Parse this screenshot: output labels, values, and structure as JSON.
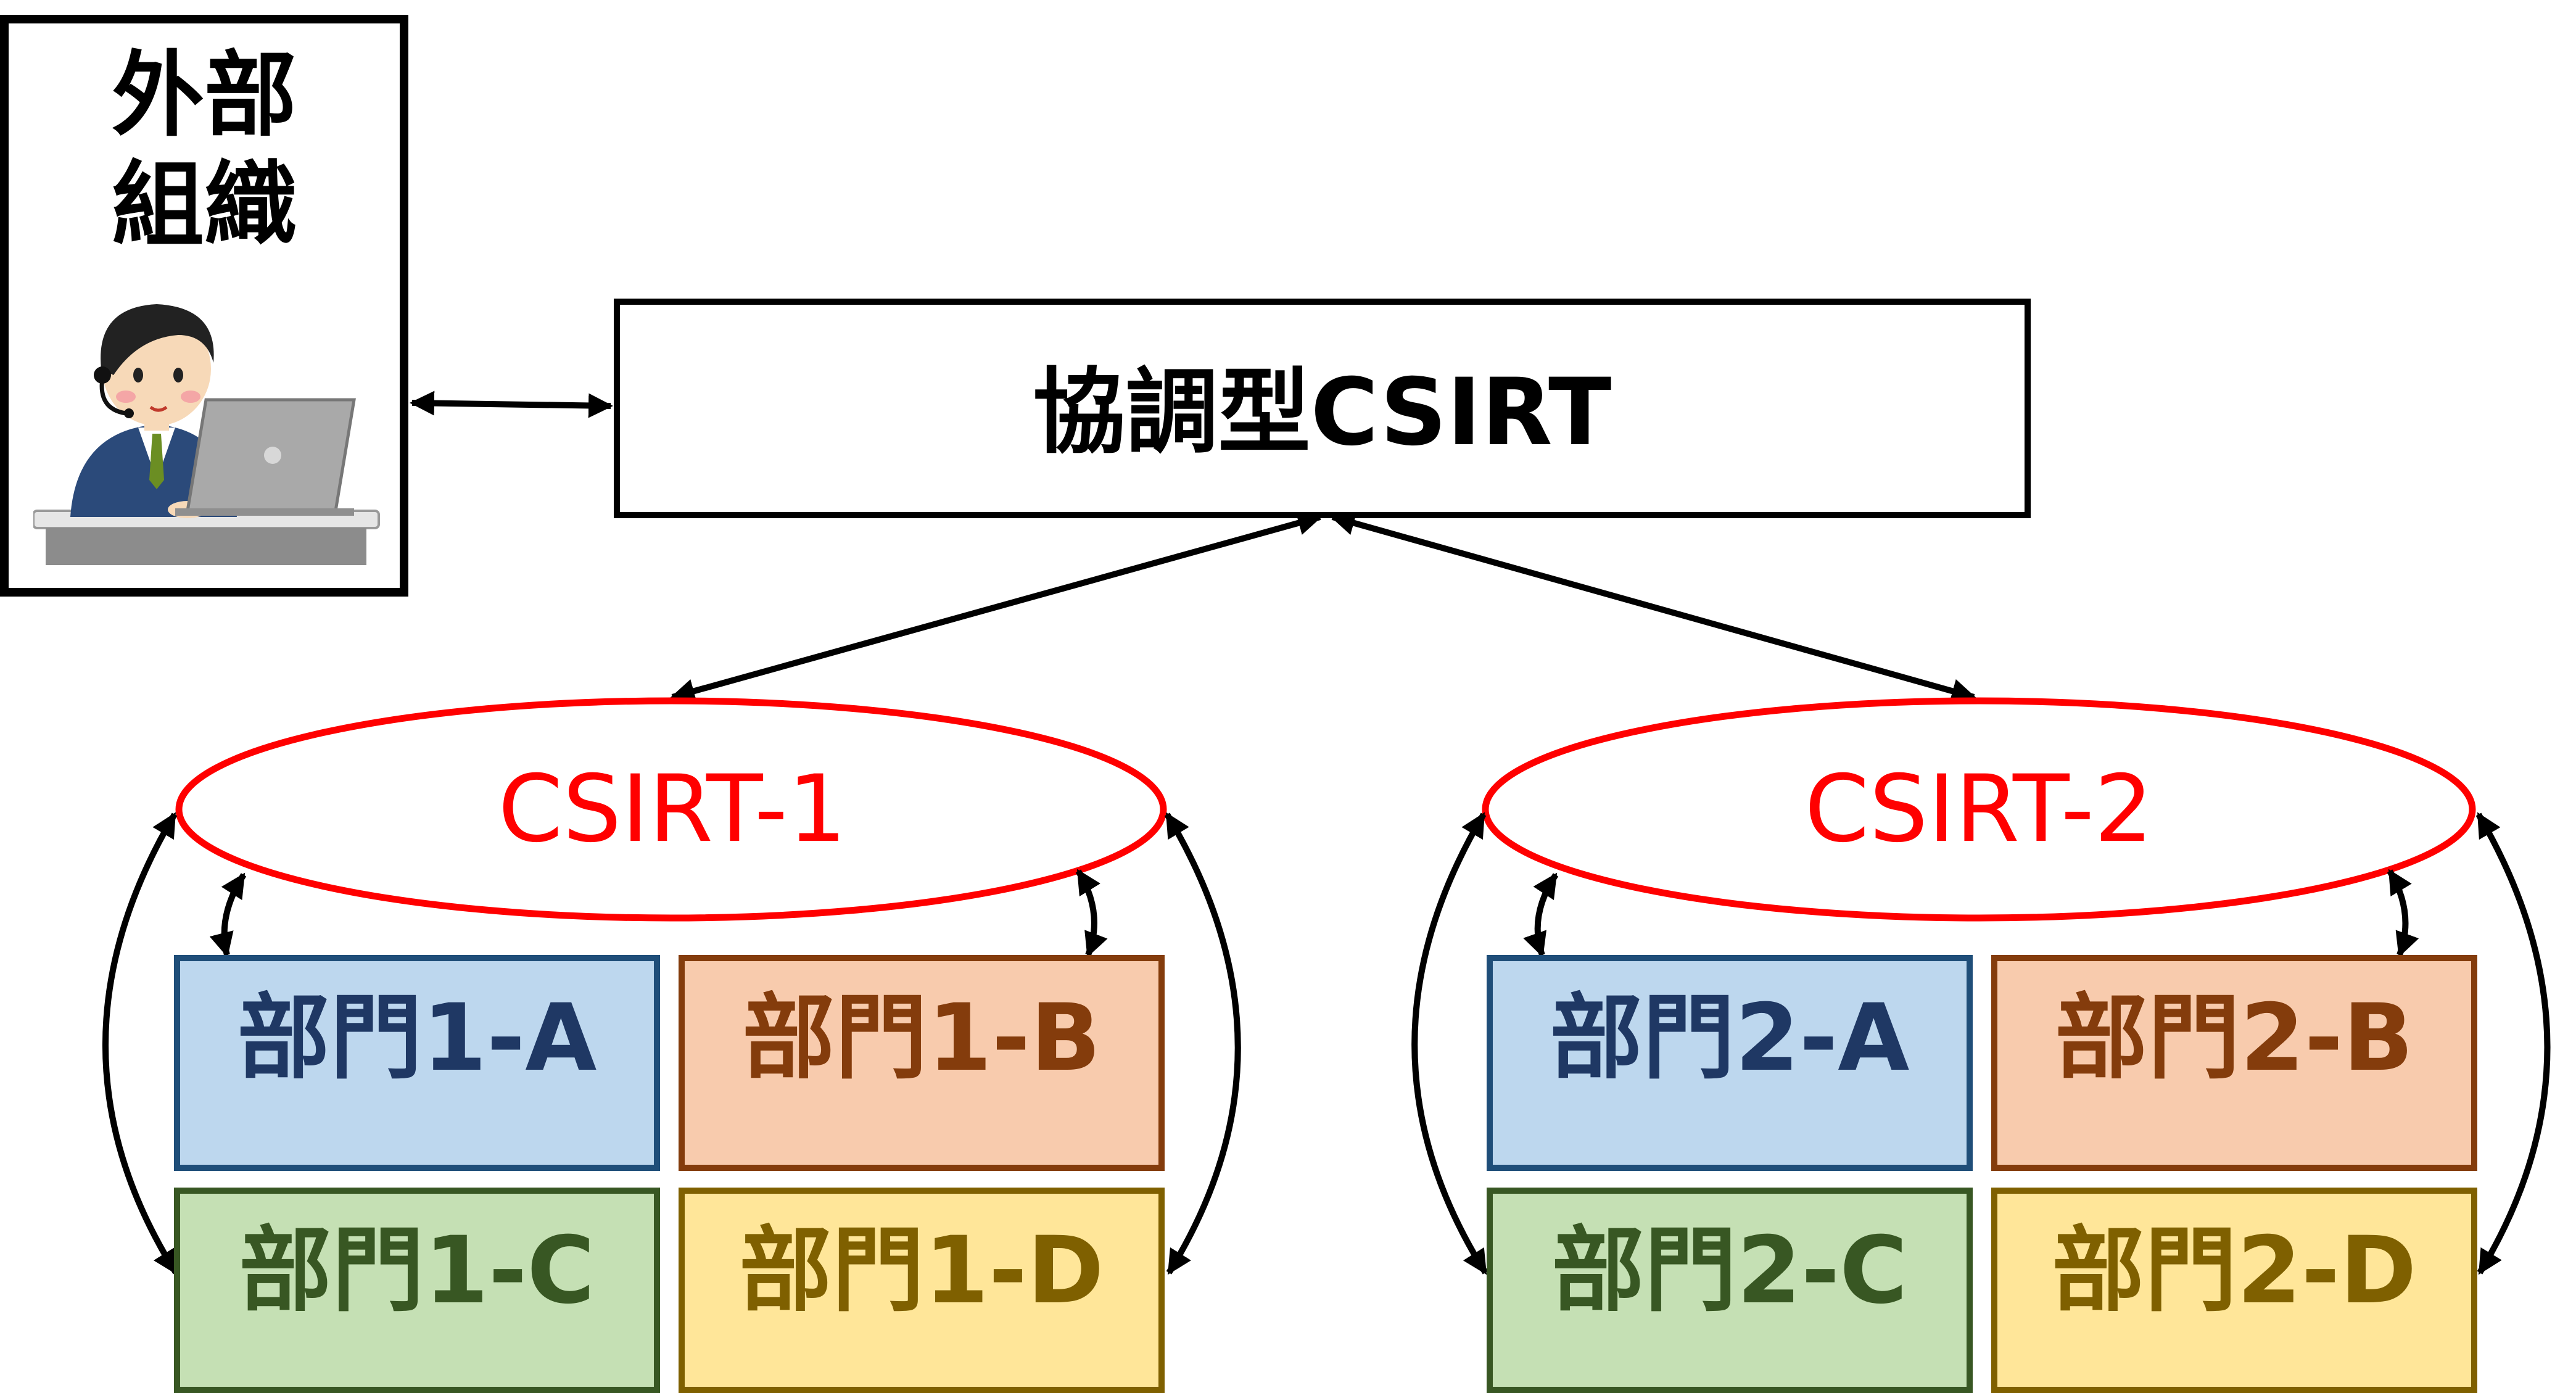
{
  "external": {
    "line1": "外部",
    "line2": "組織",
    "person_icon": "support-operator-with-laptop"
  },
  "coordinator": {
    "label": "協調型CSIRT"
  },
  "csirts": [
    {
      "name": "CSIRT-1",
      "departments": [
        "部門1-A",
        "部門1-B",
        "部門1-C",
        "部門1-D"
      ]
    },
    {
      "name": "CSIRT-2",
      "departments": [
        "部門2-A",
        "部門2-B",
        "部門2-C",
        "部門2-D"
      ]
    }
  ],
  "colors": {
    "csirt_outline": "#ff0000",
    "dept_a_fill": "#bdd7ee",
    "dept_b_fill": "#f8cbad",
    "dept_c_fill": "#c5e0b4",
    "dept_d_fill": "#ffe699"
  }
}
